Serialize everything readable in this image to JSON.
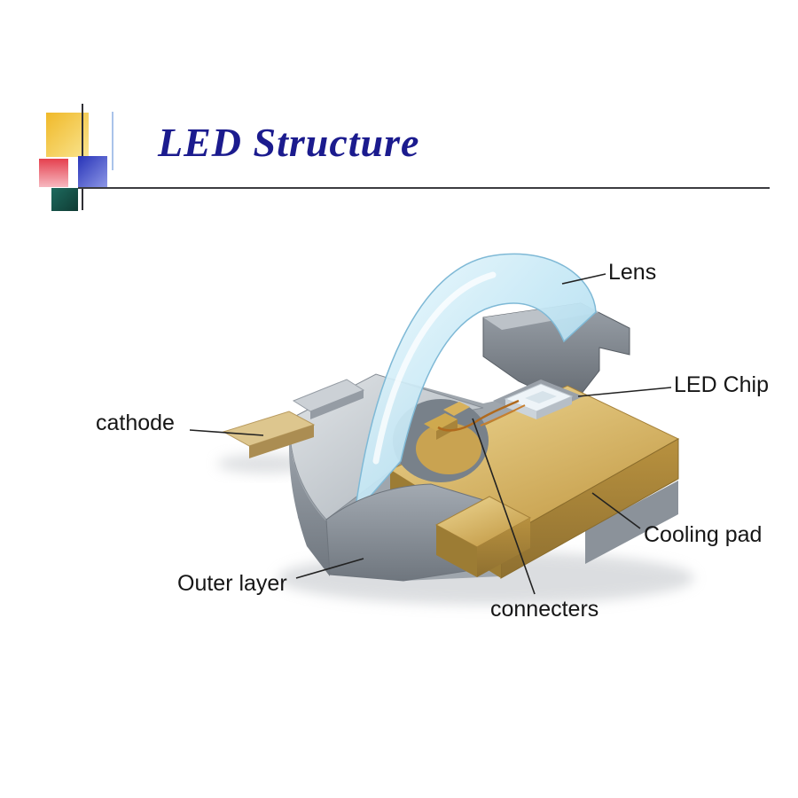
{
  "slide": {
    "title": "LED Structure",
    "title_color": "#1b1b8e"
  },
  "diagram": {
    "labels": {
      "lens": "Lens",
      "led_chip": "LED Chip",
      "cathode": "cathode",
      "cooling_pad": "Cooling pad",
      "outer_layer": "Outer layer",
      "connecters": "connecters"
    },
    "colors": {
      "lens_blue": "#c8e9f6",
      "housing_gray": "#aeb5bc",
      "pad_gold": "#d4af62",
      "chip_white": "#eef4f8",
      "wire_orange": "#b06a1e",
      "leader_line": "#222222"
    }
  }
}
